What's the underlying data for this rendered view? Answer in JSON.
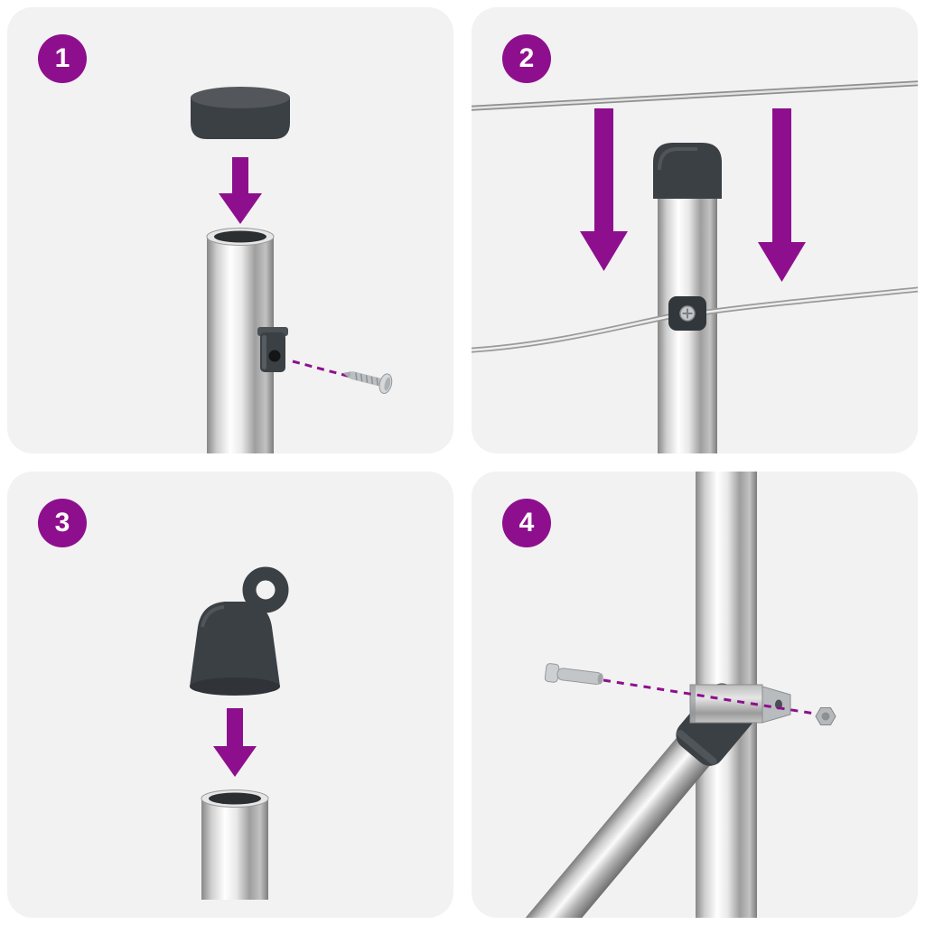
{
  "colors": {
    "accent": "#8e0f8e",
    "panel_bg": "#f2f2f2",
    "page_bg": "#ffffff",
    "part_dark": "#3b4045"
  },
  "steps": [
    {
      "number": "1",
      "illustration": "round-cap-onto-post-with-fitting-and-screw"
    },
    {
      "number": "2",
      "illustration": "post-lowered-under-wires-with-wire-clamp"
    },
    {
      "number": "3",
      "illustration": "eyelet-cap-onto-post"
    },
    {
      "number": "4",
      "illustration": "diagonal-brace-clamp-with-bolt-and-nut"
    }
  ]
}
